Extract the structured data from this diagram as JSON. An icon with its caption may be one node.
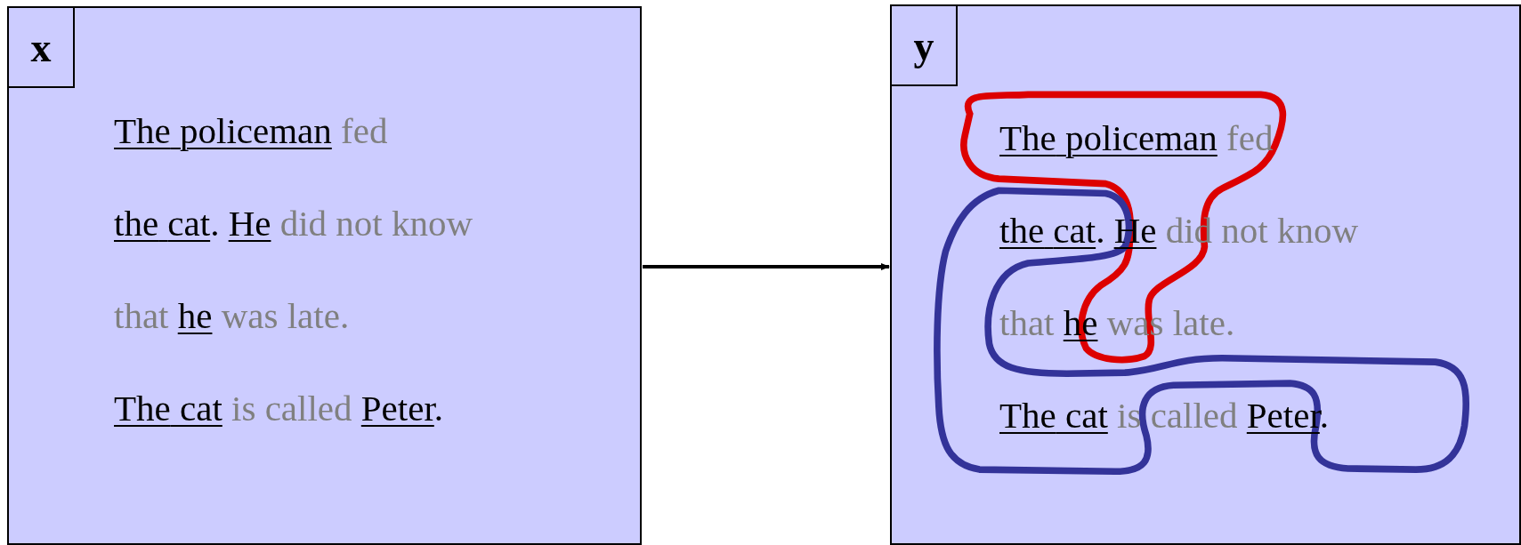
{
  "diagram": {
    "nodes": [
      {
        "text": [
          "The policeman fed the cat. He did not know that he was late. The cat is called Peter."
        ]
      },
      {
        "text": [
          "x"
        ],
        "in": 0
      },
      {
        "text": [
          "The policeman fed the cat. He did not know that he was late. The cat is called Peter."
        ]
      },
      {
        "text": [
          "y"
        ],
        "in": 2
      },
      {
        "text": [],
        "shape": "loop",
        "in": 2
      },
      {
        "text": [],
        "shape": "loop",
        "in": 2
      }
    ],
    "edges": [
      {
        "from": 0,
        "to": 2,
        "arrow": "to"
      }
    ]
  }
}
